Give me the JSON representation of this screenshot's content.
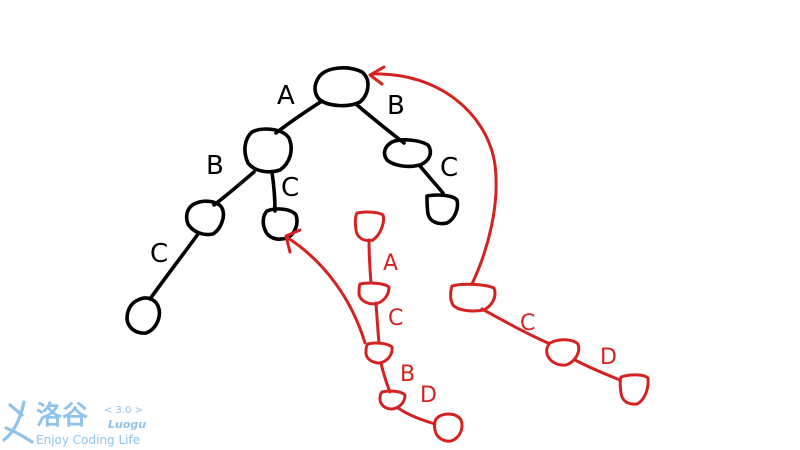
{
  "colors": {
    "black": "#000000",
    "red": "#d42222",
    "watermark": "#8fc3ea"
  },
  "black_tree": {
    "edge_labels": {
      "root_left": "A",
      "root_right": "B",
      "b_left": "B",
      "b_right": "C",
      "c_left": "C",
      "rb_child": "C"
    }
  },
  "red_tree_1": {
    "edge_labels": {
      "first": "A",
      "second": "C",
      "third": "B",
      "fourth": "D"
    }
  },
  "red_tree_2": {
    "edge_labels": {
      "first": "C",
      "second": "D"
    }
  },
  "watermark": {
    "brand_cn": "洛谷",
    "version": "< 3.0 >",
    "brand_en": "Luogu",
    "tagline": "Enjoy Coding Life"
  }
}
